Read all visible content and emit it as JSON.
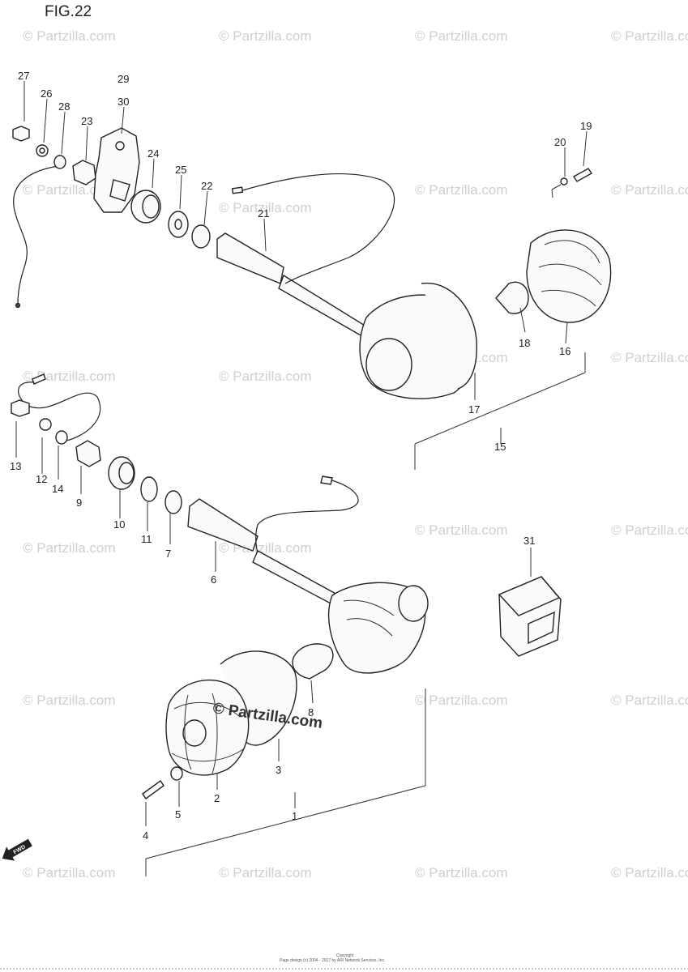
{
  "figure": {
    "title": "FIG.22"
  },
  "watermark": {
    "text": "© Partzilla.com",
    "center_text": "© Partzilla.com"
  },
  "direction_badge": {
    "label": "FWD",
    "icon": "arrow-left-icon"
  },
  "callouts": {
    "n1": "1",
    "n2": "2",
    "n3": "3",
    "n4": "4",
    "n5": "5",
    "n6": "6",
    "n7": "7",
    "n8": "8",
    "n9": "9",
    "n10": "10",
    "n11": "11",
    "n12": "12",
    "n13": "13",
    "n14": "14",
    "n15": "15",
    "n16": "16",
    "n17": "17",
    "n18": "18",
    "n19": "19",
    "n20": "20",
    "n21": "21",
    "n22": "22",
    "n23": "23",
    "n24": "24",
    "n25": "25",
    "n26": "26",
    "n27": "27",
    "n28": "28",
    "n29": "29",
    "n30": "30",
    "n31": "31"
  },
  "footer": {
    "line1": "Copyright",
    "line2": "Page design (c) 2004 - 2017 by ARI Network Services, Inc."
  }
}
